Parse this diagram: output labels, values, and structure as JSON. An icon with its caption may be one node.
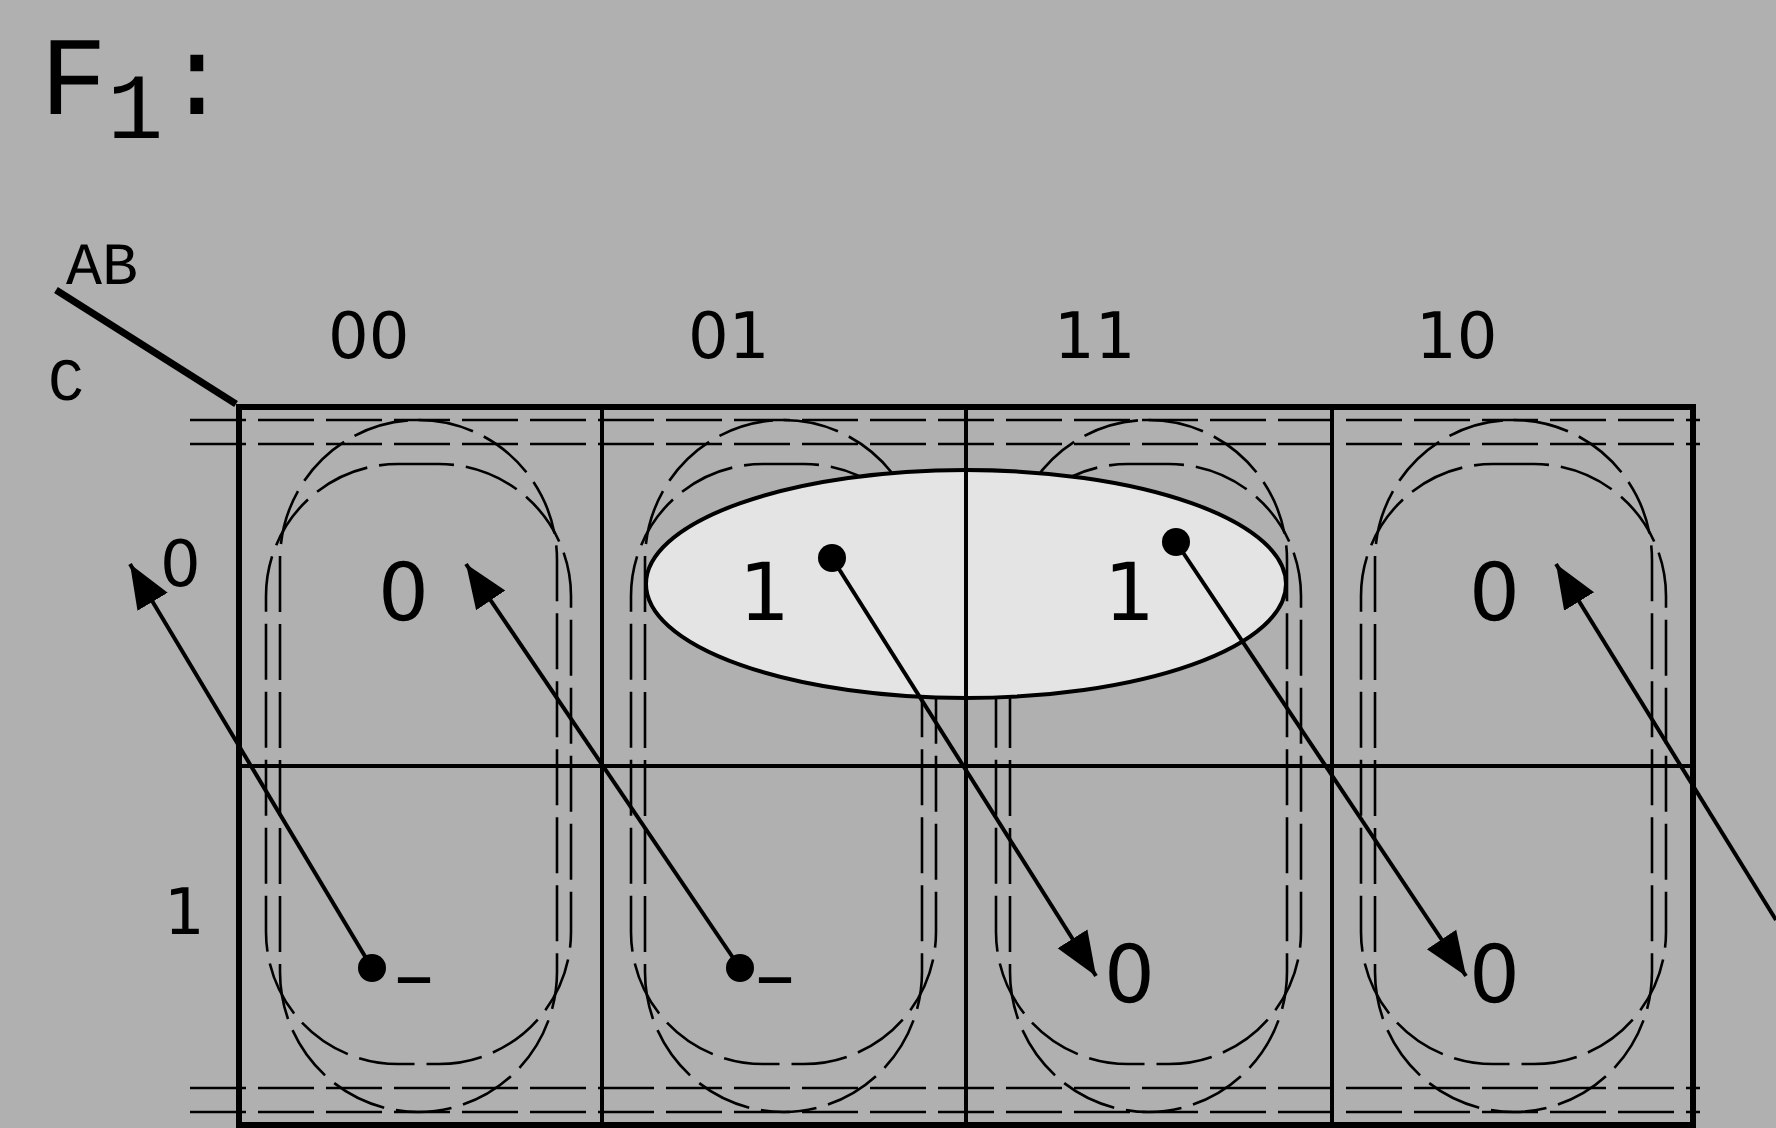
{
  "diagram": {
    "title": "F$_{1}$:",
    "nodes": [
      {
        "text": [
          "0"
        ]
      },
      {
        "text": [
          "1"
        ]
      },
      {
        "text": [
          "1"
        ]
      },
      {
        "text": [
          "0"
        ]
      },
      {
        "text": [
          "–"
        ]
      },
      {
        "text": [
          "–"
        ]
      },
      {
        "text": [
          "0"
        ]
      },
      {
        "text": [
          "0"
        ]
      },
      {
        "text": [
          "0"
        ]
      }
    ],
    "edges": [
      {
        "from": 4,
        "to": 8,
        "arrow": "to"
      },
      {
        "from": 5,
        "to": 0,
        "arrow": "to"
      },
      {
        "from": 1,
        "to": 6,
        "arrow": "to"
      },
      {
        "from": 2,
        "to": 7,
        "arrow": "to"
      },
      {
        "from": null,
        "to": 3,
        "arrow": "to"
      }
    ],
    "labels": [
      "AB",
      "C",
      "00",
      "01",
      "11",
      "10",
      "1"
    ]
  }
}
